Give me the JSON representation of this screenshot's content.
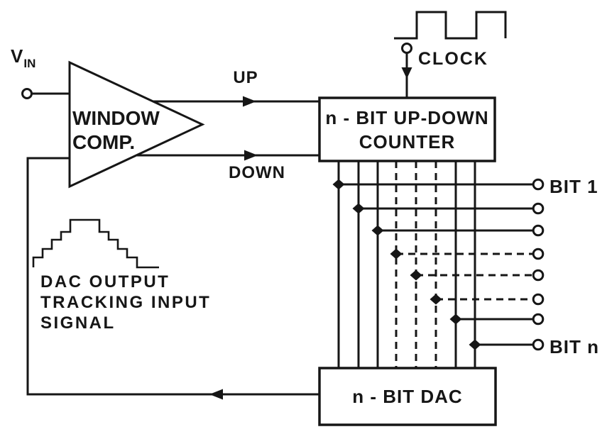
{
  "signals": {
    "vin_base": "V",
    "vin_subscript": "IN",
    "up_label": "UP",
    "down_label": "DOWN",
    "clock_label": "CLOCK",
    "bit_first_label": "BIT 1",
    "bit_last_label": "BIT n"
  },
  "blocks": {
    "window_comparator": {
      "line1": "WINDOW",
      "line2": "COMP."
    },
    "updown_counter": {
      "line1": "n - BIT UP-DOWN",
      "line2": "COUNTER"
    },
    "dac": {
      "label": "n - BIT DAC"
    }
  },
  "caption": {
    "line1": "DAC OUTPUT",
    "line2": "TRACKING INPUT",
    "line3": "SIGNAL"
  },
  "colors": {
    "ink": "#161616",
    "paper": "#ffffff"
  }
}
